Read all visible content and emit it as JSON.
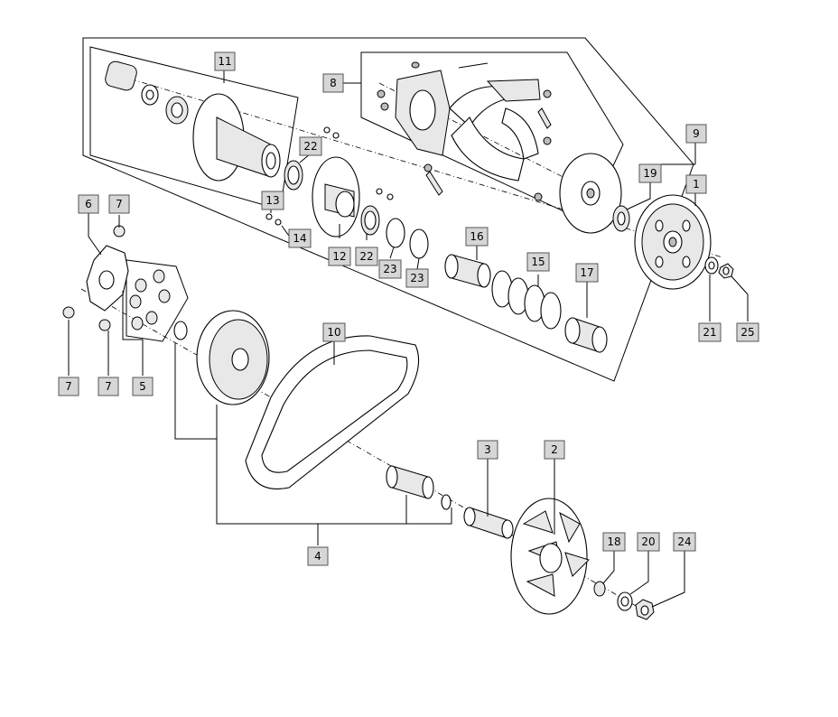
{
  "callouts": [
    {
      "id": "c11",
      "text": "11"
    },
    {
      "id": "c8",
      "text": "8"
    },
    {
      "id": "c9",
      "text": "9"
    },
    {
      "id": "c1",
      "text": "1"
    },
    {
      "id": "c19",
      "text": "19"
    },
    {
      "id": "c22a",
      "text": "22"
    },
    {
      "id": "c13",
      "text": "13"
    },
    {
      "id": "c14",
      "text": "14"
    },
    {
      "id": "c12",
      "text": "12"
    },
    {
      "id": "c22b",
      "text": "22"
    },
    {
      "id": "c23a",
      "text": "23"
    },
    {
      "id": "c23b",
      "text": "23"
    },
    {
      "id": "c16",
      "text": "16"
    },
    {
      "id": "c15",
      "text": "15"
    },
    {
      "id": "c17",
      "text": "17"
    },
    {
      "id": "c21",
      "text": "21"
    },
    {
      "id": "c25",
      "text": "25"
    },
    {
      "id": "c6",
      "text": "6"
    },
    {
      "id": "c7a",
      "text": "7"
    },
    {
      "id": "c7b",
      "text": "7"
    },
    {
      "id": "c7c",
      "text": "7"
    },
    {
      "id": "c5",
      "text": "5"
    },
    {
      "id": "c10",
      "text": "10"
    },
    {
      "id": "c4",
      "text": "4"
    },
    {
      "id": "c3",
      "text": "3"
    },
    {
      "id": "c2",
      "text": "2"
    },
    {
      "id": "c18",
      "text": "18"
    },
    {
      "id": "c20",
      "text": "20"
    },
    {
      "id": "c24",
      "text": "24"
    }
  ]
}
